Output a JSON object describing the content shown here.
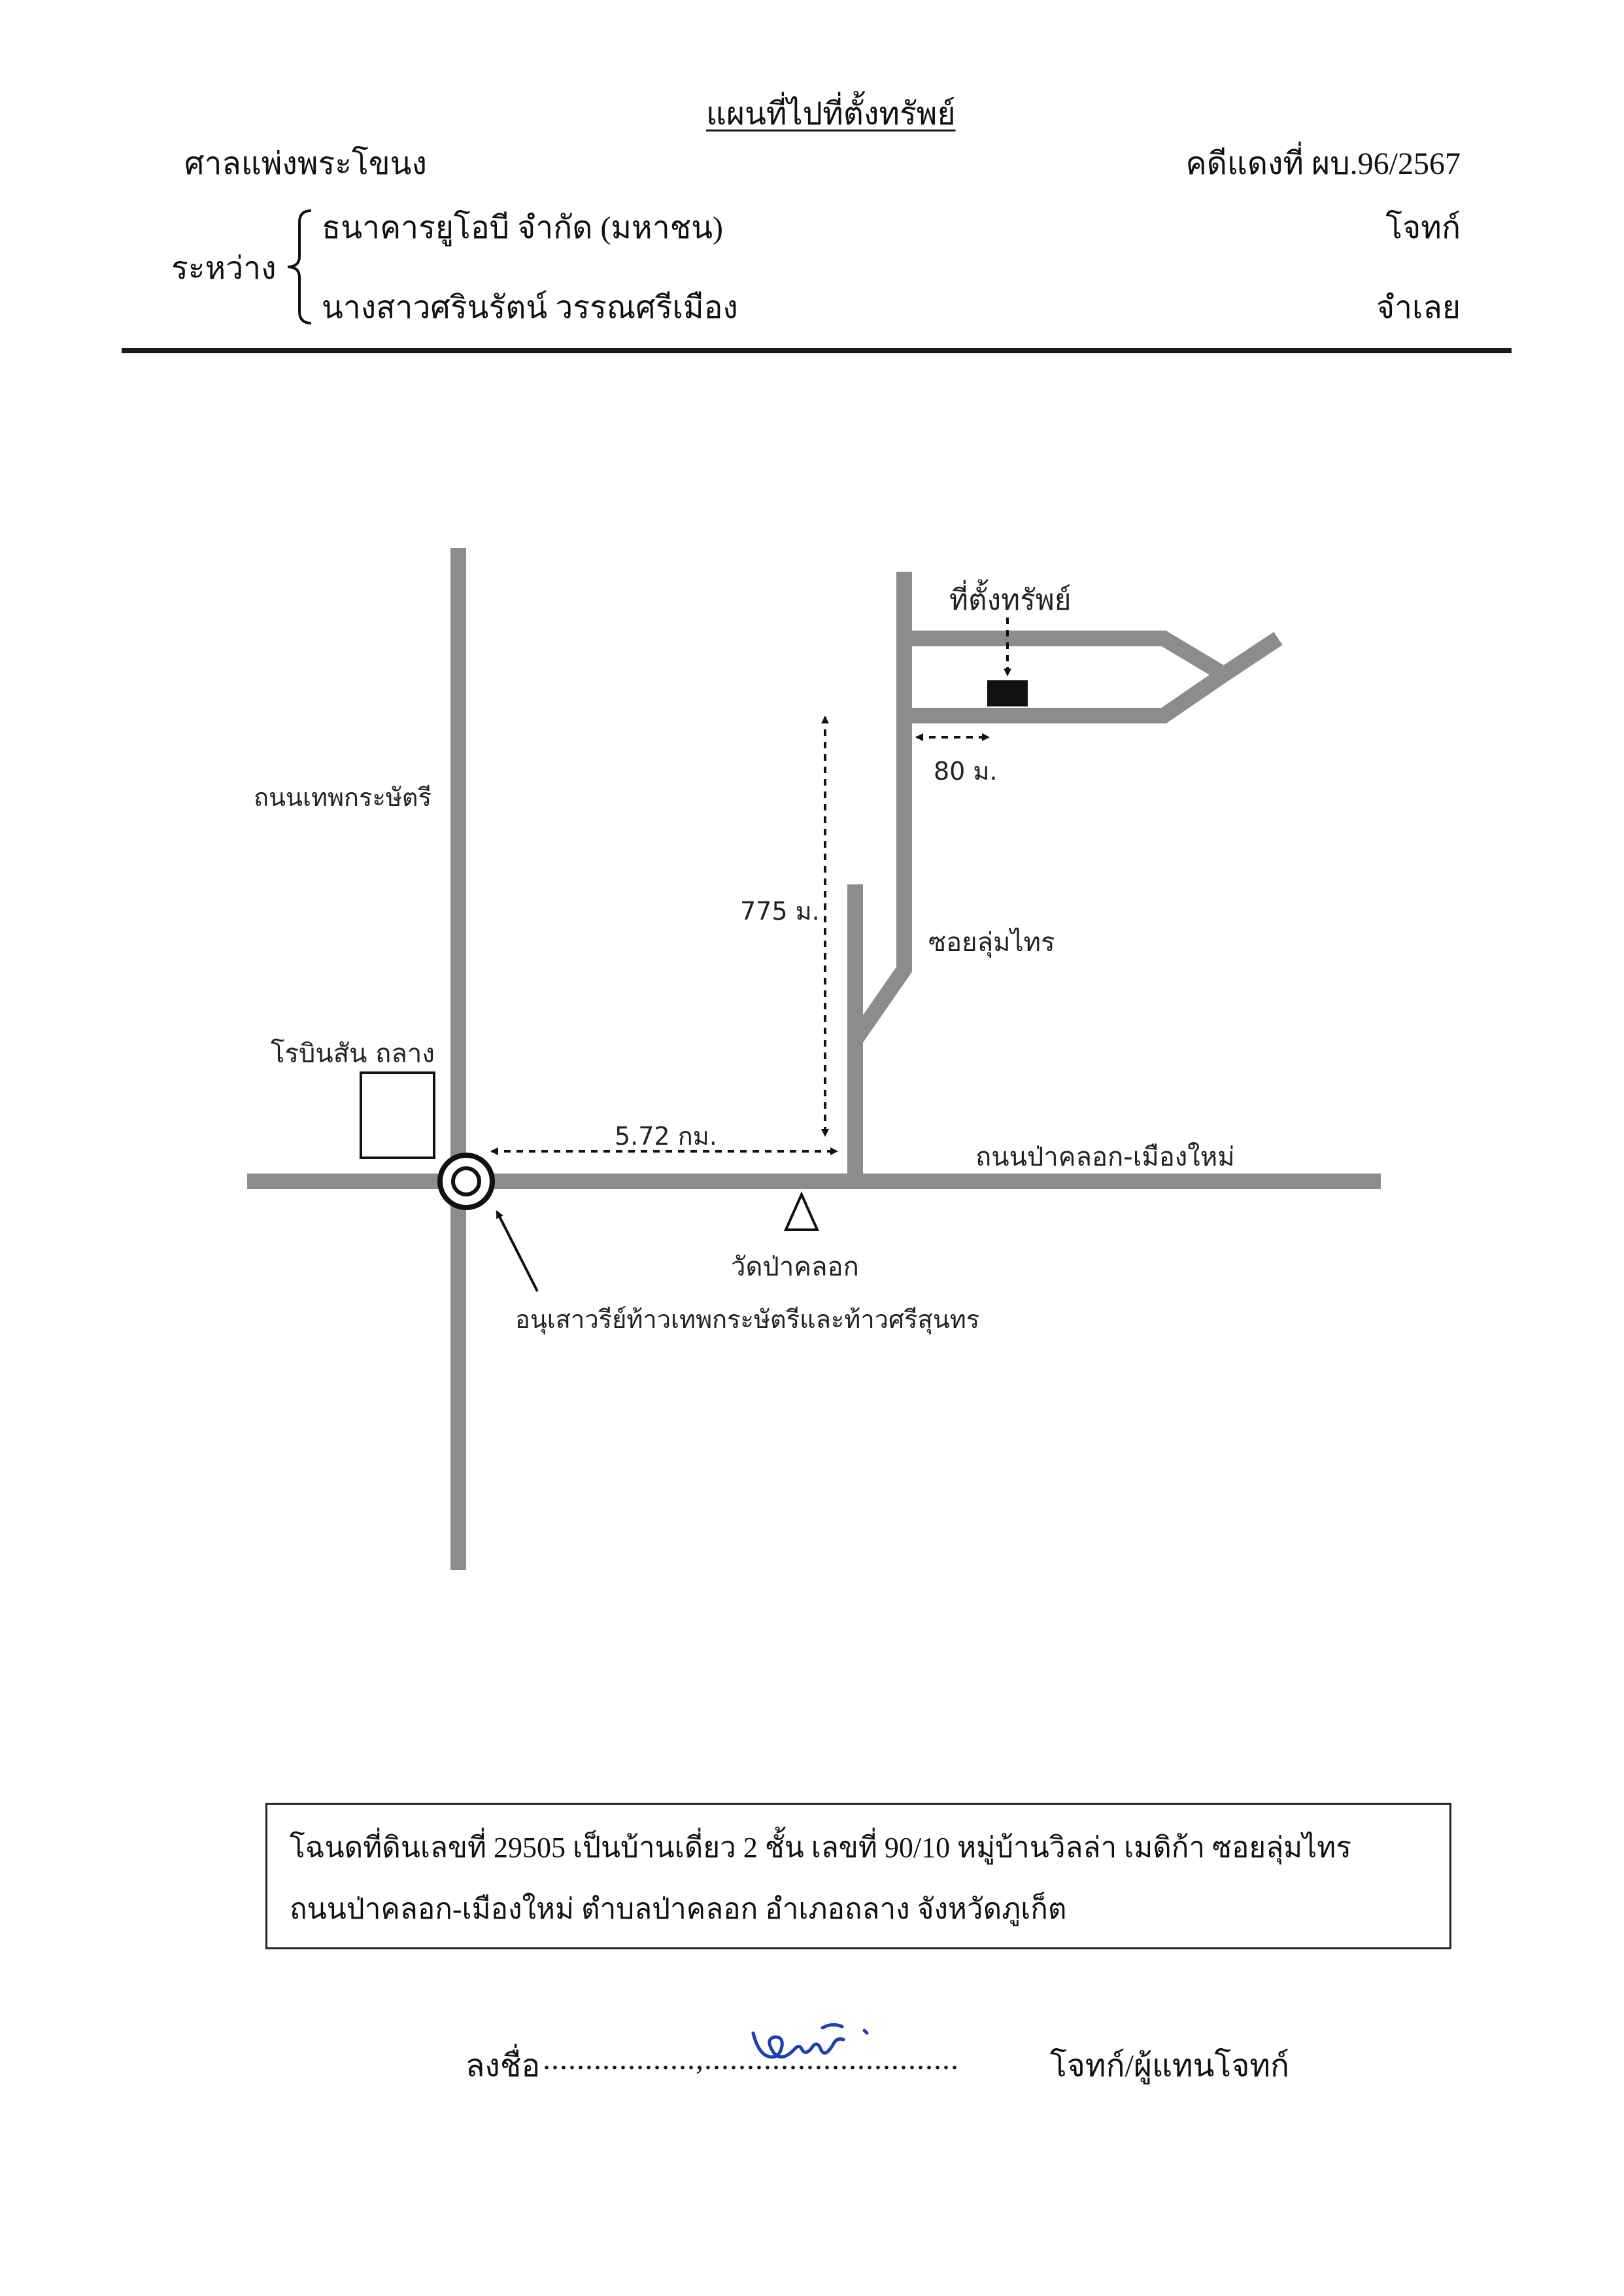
{
  "header": {
    "title": "แผนที่ไปที่ตั้งทรัพย์",
    "court": "ศาลแพ่งพระโขนง",
    "case_number": "คดีแดงที่ ผบ.96/2567",
    "between_label": "ระหว่าง",
    "plaintiff_name": "ธนาคารยูโอบี จำกัด (มหาชน)",
    "plaintiff_role": "โจทก์",
    "defendant_name": "นางสาวศรินรัตน์ วรรณศรีเมือง",
    "defendant_role": "จำเลย"
  },
  "map": {
    "road_color": "#8c8c8c",
    "labels": {
      "road_thep": "ถนนเทพกระษัตรี",
      "robinson": "โรบินสัน ถลาง",
      "distance_main": "5.72 กม.",
      "road_main": "ถนนป่าคลอก-เมืองใหม่",
      "temple": "วัดป่าคลอก",
      "monument": "อนุเสาวรีย์ท้าวเทพกระษัตรีและท้าวศรีสุนทร",
      "distance_soi": "775 ม.",
      "soi": "ซอยลุ่มไทร",
      "property": "ที่ตั้งทรัพย์",
      "distance_property": "80 ม."
    }
  },
  "deed": {
    "line1": "โฉนดที่ดินเลขที่ 29505 เป็นบ้านเดี่ยว 2 ชั้น เลขที่ 90/10 หมู่บ้านวิลล่า เมดิก้า ซอยลุ่มไทร",
    "line2": "ถนนป่าคลอก-เมืองใหม่ ตำบลป่าคลอก อำเภอถลาง จังหวัดภูเก็ต"
  },
  "signature": {
    "label": "ลงชื่อ",
    "dots": "..................,..............................",
    "role": "โจทก์/ผู้แทนโจทก์",
    "ink_color": "#1d3fb5"
  }
}
